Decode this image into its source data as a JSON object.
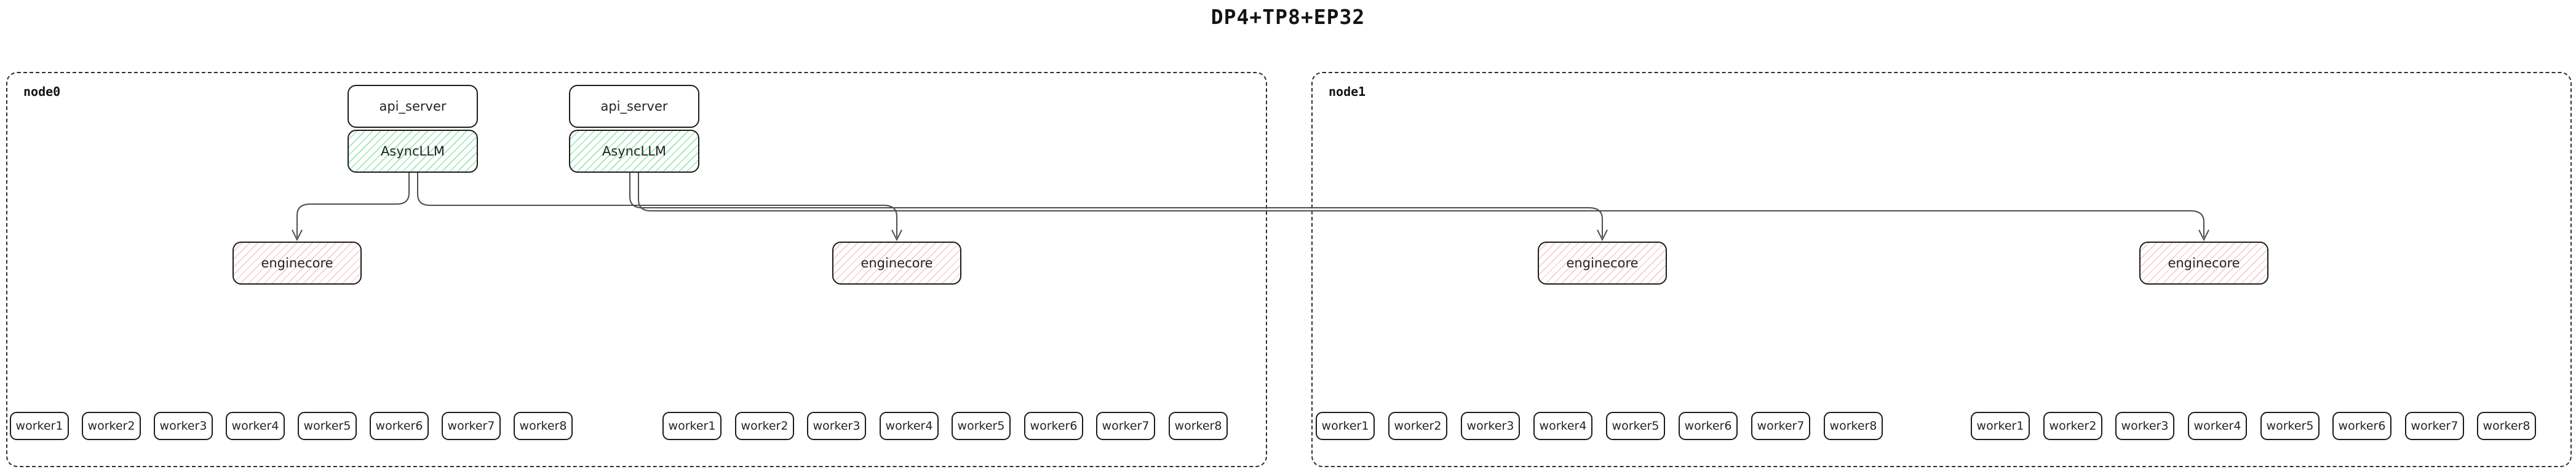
{
  "title": "DP4+TP8+EP32",
  "colors": {
    "background": "#ffffff",
    "box_border": "#1c1c1c",
    "node_border": "#2e2e2e",
    "asyncllm_hatch_green": "#78e096",
    "enginecore_hatch_red": "#f0a6a0",
    "connector_gray": "#4d4d4d",
    "text": "#242424"
  },
  "node0": {
    "label": "node0",
    "api_servers": [
      {
        "label": "api_server",
        "asyncllm_label": "AsyncLLM"
      },
      {
        "label": "api_server",
        "asyncllm_label": "AsyncLLM"
      }
    ],
    "enginecores": [
      "enginecore",
      "enginecore"
    ],
    "worker_groups": [
      [
        "worker1",
        "worker2",
        "worker3",
        "worker4",
        "worker5",
        "worker6",
        "worker7",
        "worker8"
      ],
      [
        "worker1",
        "worker2",
        "worker3",
        "worker4",
        "worker5",
        "worker6",
        "worker7",
        "worker8"
      ]
    ]
  },
  "node1": {
    "label": "node1",
    "enginecores": [
      "enginecore",
      "enginecore"
    ],
    "worker_groups": [
      [
        "worker1",
        "worker2",
        "worker3",
        "worker4",
        "worker5",
        "worker6",
        "worker7",
        "worker8"
      ],
      [
        "worker1",
        "worker2",
        "worker3",
        "worker4",
        "worker5",
        "worker6",
        "worker7",
        "worker8"
      ]
    ]
  }
}
